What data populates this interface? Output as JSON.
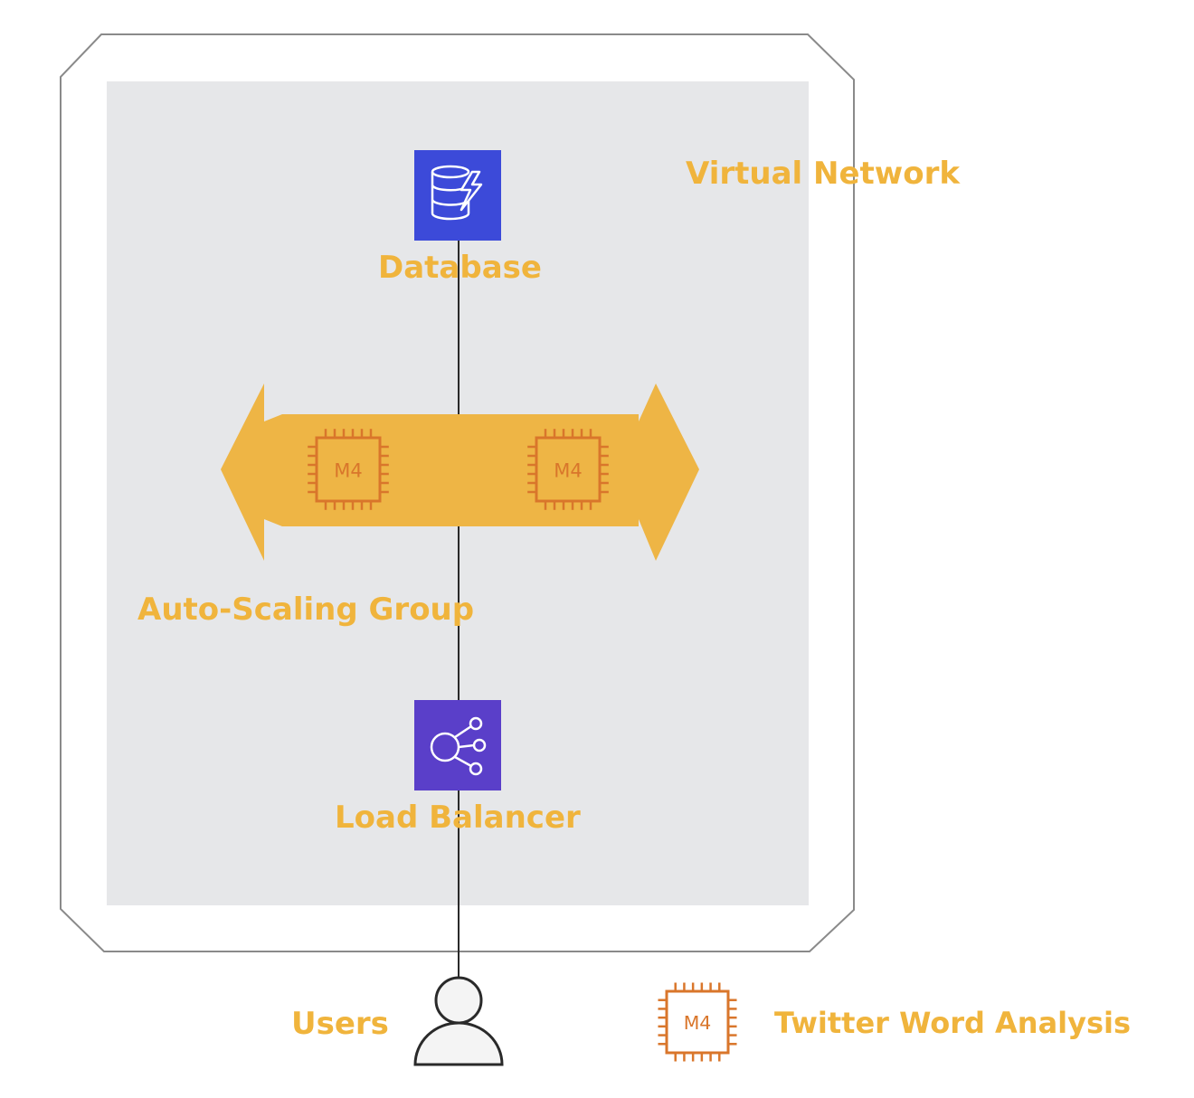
{
  "labels": {
    "virtual_network": "Virtual Network",
    "database": "Database",
    "auto_scaling_group": "Auto-Scaling Group",
    "load_balancer": "Load Balancer",
    "users": "Users",
    "legend_instance": "Twitter Word Analysis"
  },
  "chip_label": "M4",
  "icons": {
    "database": "dynamodb-icon",
    "load_balancer": "elastic-load-balancing-icon",
    "instance": "ec2-m4-instance-icon",
    "users": "user-icon"
  },
  "colors": {
    "label": "#f0b43c",
    "subnet_fill": "#e6e7e9",
    "vpc_border": "#8a8a8a",
    "arrow_fill": "#eeb545",
    "chip": "#d9762b",
    "database_tile": "#3c4ad9",
    "load_balancer_tile": "#5a3fc9",
    "connector": "#2a2a2a"
  }
}
